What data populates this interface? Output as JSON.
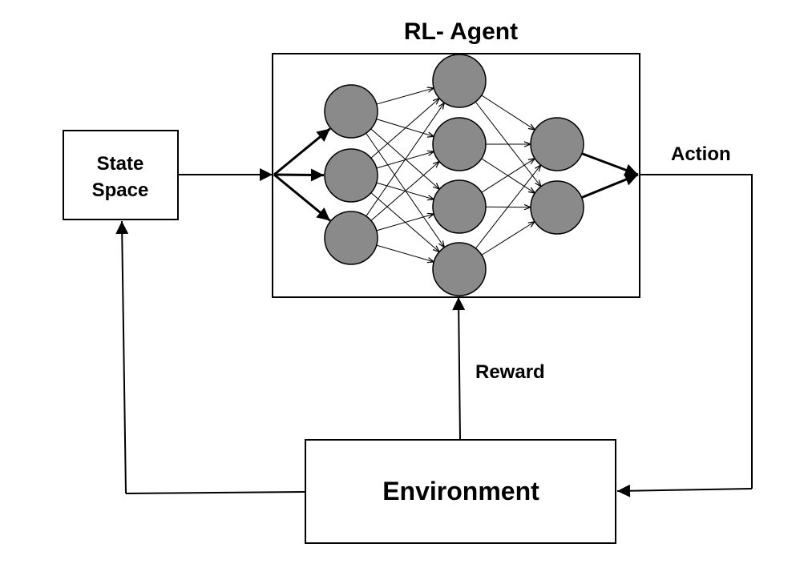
{
  "diagram": {
    "title": "RL- Agent",
    "state_space_label_line1": "State",
    "state_space_label_line2": "Space",
    "action_label": "Action",
    "reward_label": "Reward",
    "environment_label": "Environment",
    "network": {
      "layers": [
        3,
        4,
        2
      ],
      "node_fill": "#8a8a8a",
      "node_stroke": "#000000"
    },
    "colors": {
      "line": "#000000",
      "background": "#ffffff"
    }
  }
}
